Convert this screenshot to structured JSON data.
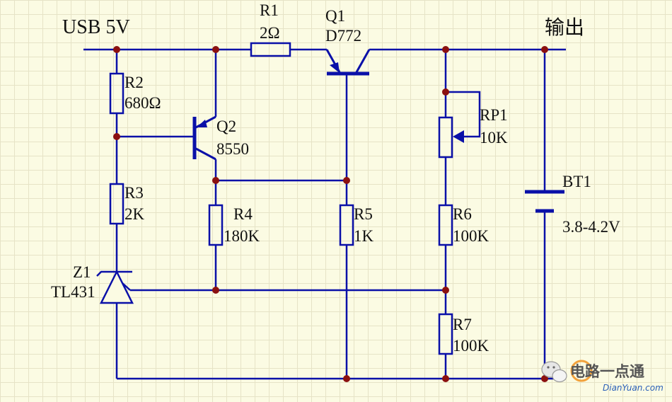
{
  "diagram": {
    "colors": {
      "wire": "#0a10a8",
      "node": "#8b1010",
      "text": "#111111",
      "grid": "#e6e3c6",
      "background": "#fbfbe3"
    },
    "input_label": "USB 5V",
    "output_label": "输出",
    "components": {
      "R1": {
        "ref": "R1",
        "value": "2Ω"
      },
      "Q1": {
        "ref": "Q1",
        "value": "D772"
      },
      "R2": {
        "ref": "R2",
        "value": "680Ω"
      },
      "Q2": {
        "ref": "Q2",
        "value": "8550"
      },
      "R3": {
        "ref": "R3",
        "value": "2K"
      },
      "R4": {
        "ref": "R4",
        "value": "180K"
      },
      "R5": {
        "ref": "R5",
        "value": "1K"
      },
      "RP1": {
        "ref": "RP1",
        "value": "10K"
      },
      "R6": {
        "ref": "R6",
        "value": "100K"
      },
      "R7": {
        "ref": "R7",
        "value": "100K"
      },
      "Z1": {
        "ref": "Z1",
        "value": "TL431"
      },
      "BT1": {
        "ref": "BT1",
        "value": "3.8-4.2V"
      }
    }
  },
  "watermark": {
    "brand": "电路一点通",
    "url": "DianYuan.com"
  }
}
